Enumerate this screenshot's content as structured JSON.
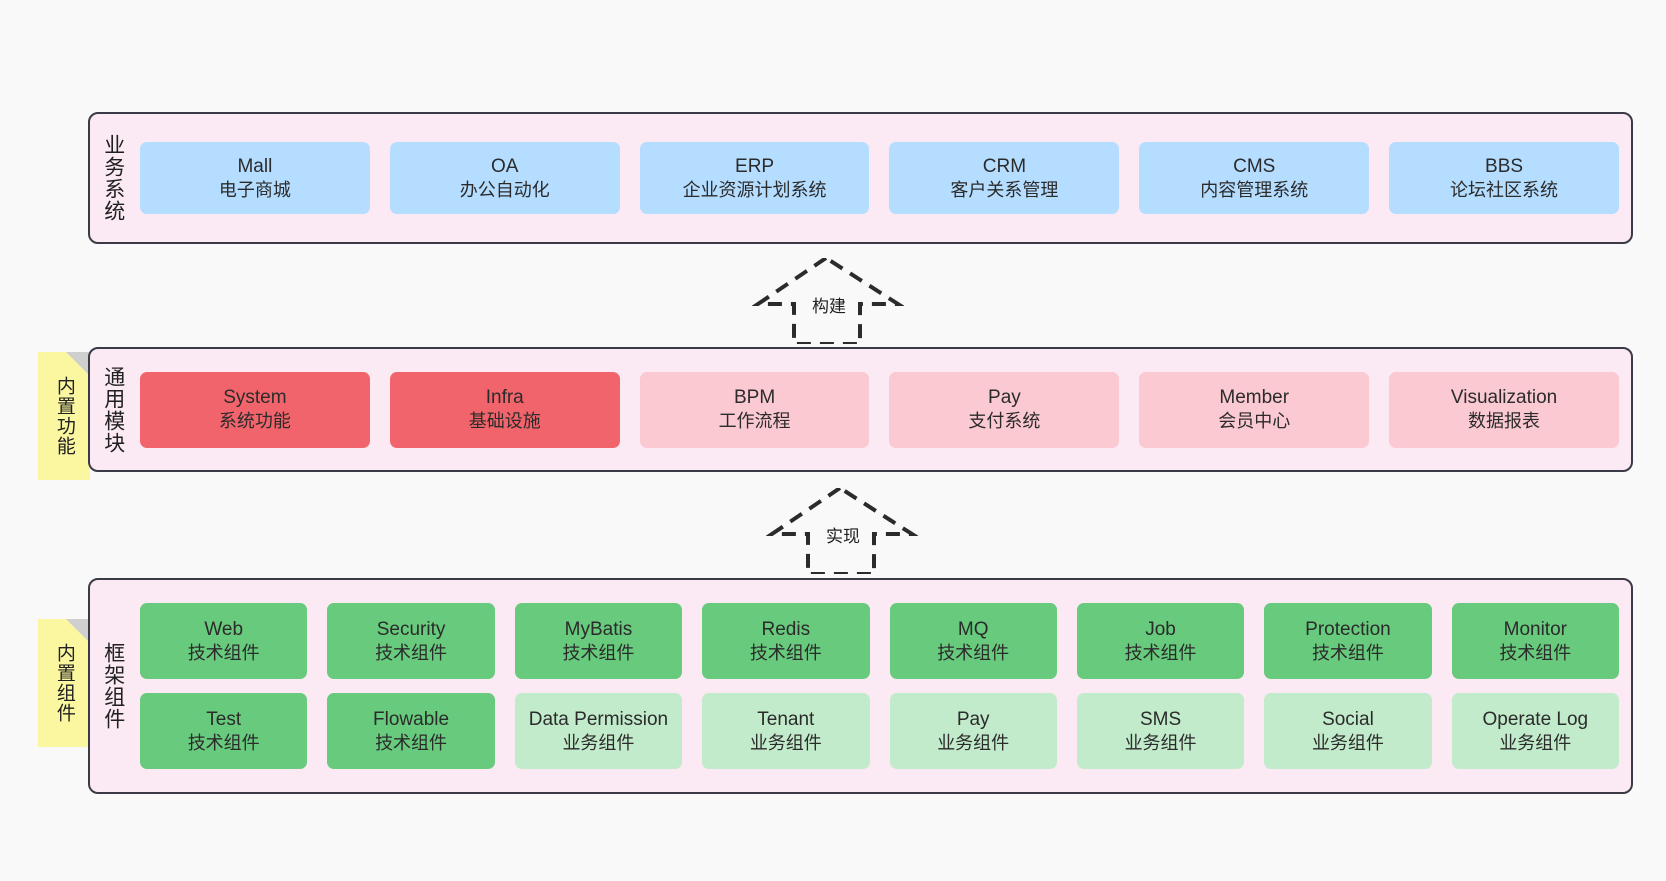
{
  "diagram": {
    "background_color": "#f9f9f9",
    "panel_color": "#fbeaf4",
    "panel_border_color": "#3b3b47"
  },
  "tiers": [
    {
      "id": "business-system",
      "title": "业务系统",
      "rows": [
        {
          "cards": [
            {
              "en": "Mall",
              "cn": "电子商城",
              "color": "#b5ddff",
              "variant": "c-blue"
            },
            {
              "en": "OA",
              "cn": "办公自动化",
              "color": "#b5ddff",
              "variant": "c-blue"
            },
            {
              "en": "ERP",
              "cn": "企业资源计划系统",
              "color": "#b5ddff",
              "variant": "c-blue"
            },
            {
              "en": "CRM",
              "cn": "客户关系管理",
              "color": "#b5ddff",
              "variant": "c-blue"
            },
            {
              "en": "CMS",
              "cn": "内容管理系统",
              "color": "#b5ddff",
              "variant": "c-blue"
            },
            {
              "en": "BBS",
              "cn": "论坛社区系统",
              "color": "#b5ddff",
              "variant": "c-blue"
            }
          ]
        }
      ]
    },
    {
      "id": "common-module",
      "title": "通用模块",
      "note": "内置功能",
      "rows": [
        {
          "cards": [
            {
              "en": "System",
              "cn": "系统功能",
              "color": "#f2646b",
              "variant": "c-red"
            },
            {
              "en": "Infra",
              "cn": "基础设施",
              "color": "#f2646b",
              "variant": "c-red"
            },
            {
              "en": "BPM",
              "cn": "工作流程",
              "color": "#fbc9d1",
              "variant": "c-pink"
            },
            {
              "en": "Pay",
              "cn": "支付系统",
              "color": "#fbc9d1",
              "variant": "c-pink"
            },
            {
              "en": "Member",
              "cn": "会员中心",
              "color": "#fbc9d1",
              "variant": "c-pink"
            },
            {
              "en": "Visualization",
              "cn": "数据报表",
              "color": "#fbc9d1",
              "variant": "c-pink"
            }
          ]
        }
      ]
    },
    {
      "id": "framework-component",
      "title": "框架组件",
      "note": "内置组件",
      "rows": [
        {
          "cards": [
            {
              "en": "Web",
              "cn": "技术组件",
              "color": "#67ca7c",
              "variant": "c-green"
            },
            {
              "en": "Security",
              "cn": "技术组件",
              "color": "#67ca7c",
              "variant": "c-green"
            },
            {
              "en": "MyBatis",
              "cn": "技术组件",
              "color": "#67ca7c",
              "variant": "c-green"
            },
            {
              "en": "Redis",
              "cn": "技术组件",
              "color": "#67ca7c",
              "variant": "c-green"
            },
            {
              "en": "MQ",
              "cn": "技术组件",
              "color": "#67ca7c",
              "variant": "c-green"
            },
            {
              "en": "Job",
              "cn": "技术组件",
              "color": "#67ca7c",
              "variant": "c-green"
            },
            {
              "en": "Protection",
              "cn": "技术组件",
              "color": "#67ca7c",
              "variant": "c-green"
            },
            {
              "en": "Monitor",
              "cn": "技术组件",
              "color": "#67ca7c",
              "variant": "c-green"
            }
          ]
        },
        {
          "cards": [
            {
              "en": "Test",
              "cn": "技术组件",
              "color": "#67ca7c",
              "variant": "c-green"
            },
            {
              "en": "Flowable",
              "cn": "技术组件",
              "color": "#67ca7c",
              "variant": "c-green"
            },
            {
              "en": "Data Permission",
              "cn": "业务组件",
              "color": "#c2ebcb",
              "variant": "c-greenlight",
              "wrap": true
            },
            {
              "en": "Tenant",
              "cn": "业务组件",
              "color": "#c2ebcb",
              "variant": "c-greenlight"
            },
            {
              "en": "Pay",
              "cn": "业务组件",
              "color": "#c2ebcb",
              "variant": "c-greenlight"
            },
            {
              "en": "SMS",
              "cn": "业务组件",
              "color": "#c2ebcb",
              "variant": "c-greenlight"
            },
            {
              "en": "Social",
              "cn": "业务组件",
              "color": "#c2ebcb",
              "variant": "c-greenlight"
            },
            {
              "en": "Operate Log",
              "cn": "业务组件",
              "color": "#c2ebcb",
              "variant": "c-greenlight"
            }
          ]
        }
      ]
    }
  ],
  "connectors": [
    {
      "id": "build",
      "label": "构建"
    },
    {
      "id": "implement",
      "label": "实现"
    }
  ]
}
